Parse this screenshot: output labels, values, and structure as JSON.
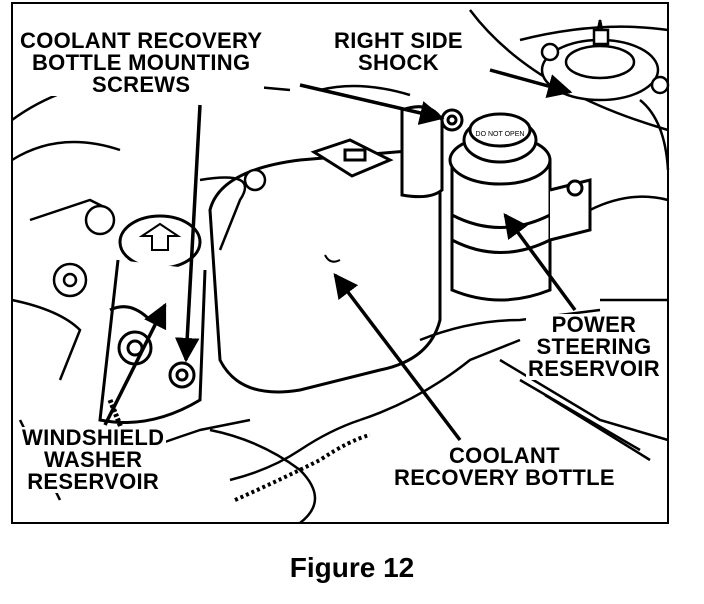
{
  "labels": {
    "coolant_screws": [
      "COOLANT RECOVERY",
      "BOTTLE MOUNTING",
      "SCREWS"
    ],
    "right_shock": [
      "RIGHT SIDE",
      "SHOCK"
    ],
    "power_steering": [
      "POWER",
      "STEERING",
      "RESERVOIR"
    ],
    "washer": [
      "WINDSHIELD",
      "WASHER",
      "RESERVOIR"
    ],
    "coolant_bottle": [
      "COOLANT",
      "RECOVERY BOTTLE"
    ]
  },
  "cap_text": "DO NOT OPEN",
  "caption": "Figure 12"
}
